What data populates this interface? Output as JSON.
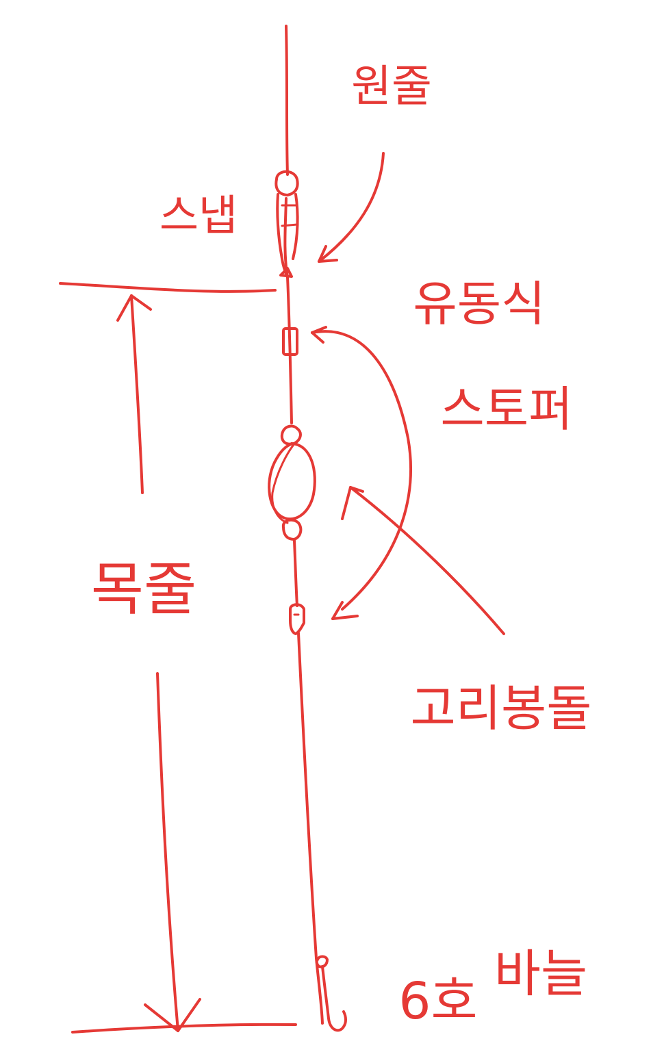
{
  "diagram": {
    "ink_color": "#e53935",
    "background": "#ffffff",
    "labels": {
      "main_line": "원줄",
      "snap": "스냅",
      "float_stopper": "유동식 스토퍼",
      "float_stopper_line1": "유동식",
      "float_stopper_line2": "스토퍼",
      "tail_float": "고리봉돌",
      "leader": "목줄",
      "hook": "6호 바늘",
      "hook_line1": "6호",
      "hook_line2": "바늘"
    }
  }
}
